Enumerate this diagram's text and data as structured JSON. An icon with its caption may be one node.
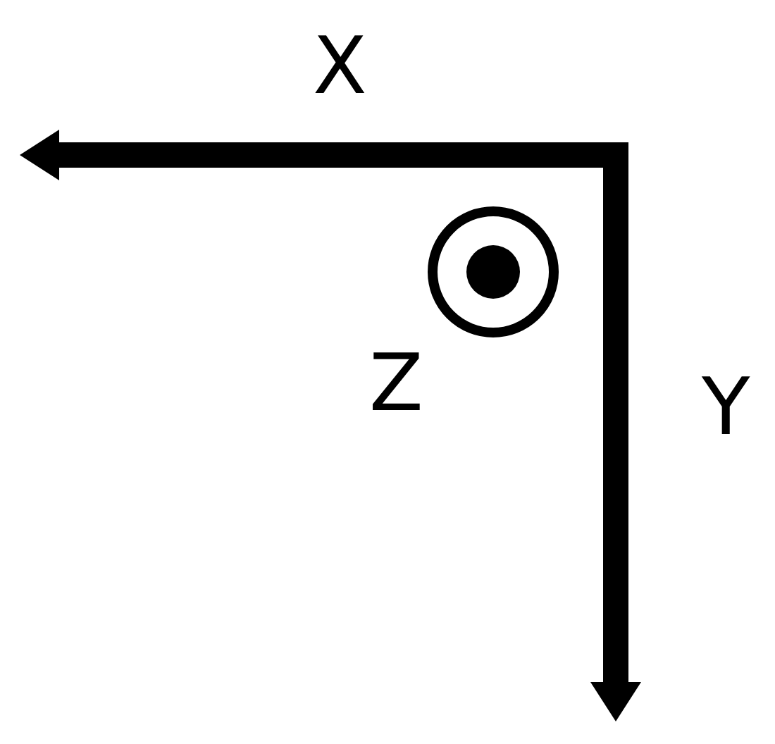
{
  "diagram": {
    "labels": [
      "X",
      "Z",
      "Y"
    ]
  }
}
